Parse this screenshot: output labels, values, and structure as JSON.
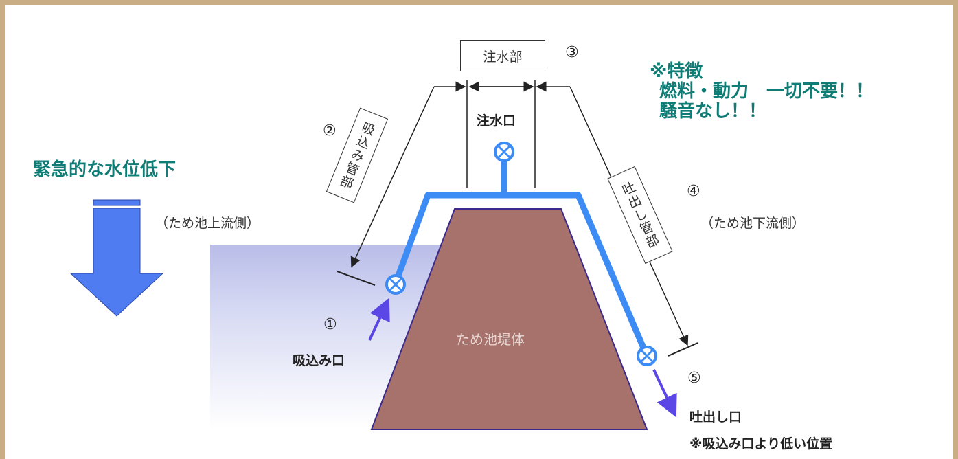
{
  "features": {
    "heading": "※特徴",
    "line1": "燃料・動力　一切不要！！",
    "line2": "騒音なし！！"
  },
  "emergency": {
    "title": "緊急的な水位低下"
  },
  "labels": {
    "injection_part": "注水部",
    "injection_part_num": "③",
    "injection_port": "注水口",
    "suction_pipe": "吸込み管部",
    "suction_pipe_num": "②",
    "discharge_pipe": "吐出し管部",
    "discharge_pipe_num": "④",
    "upstream": "（ため池上流側）",
    "downstream": "（ため池下流側）",
    "suction_port_num": "①",
    "suction_port": "吸込み口",
    "dam_body": "ため池堤体",
    "discharge_port_num": "⑤",
    "discharge_port": "吐出し口",
    "discharge_note": "※吸込み口より低い位置"
  },
  "colors": {
    "pipe": "#3d8bf5",
    "dam": "#a6726b",
    "water": "#c9cdf0",
    "arrow": "#4f7cf0",
    "teal": "#0f7d76",
    "frame": "#c9ad85"
  }
}
